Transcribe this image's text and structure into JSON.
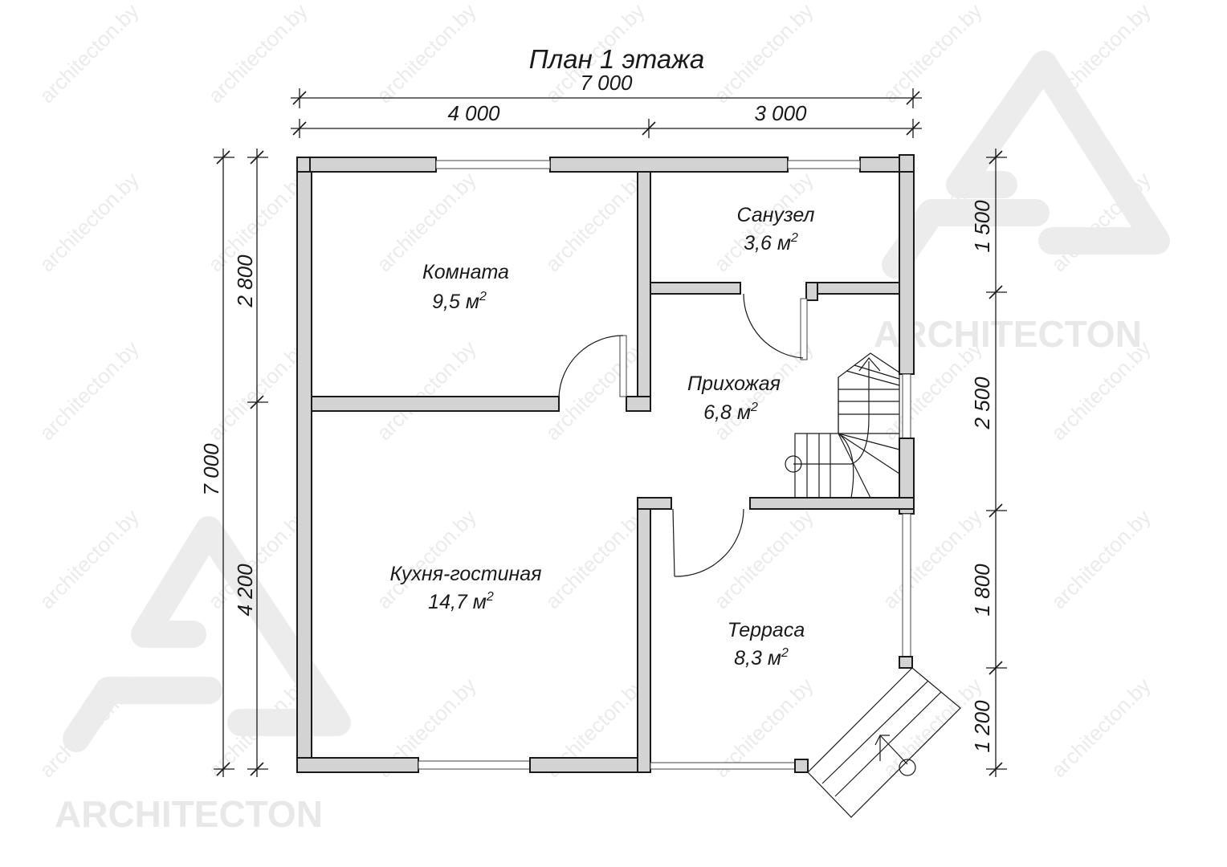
{
  "title": "План 1 этажа",
  "dimensions": {
    "top_total": "7 000",
    "top_left": "4 000",
    "top_right": "3 000",
    "left_total": "7 000",
    "left_upper": "2 800",
    "left_lower": "4 200",
    "right_1": "1 500",
    "right_2": "2 500",
    "right_3": "1 800",
    "right_4": "1 200"
  },
  "rooms": {
    "room": {
      "name": "Комната",
      "area": "9,5 м",
      "sup": "2"
    },
    "bathroom": {
      "name": "Санузел",
      "area": "3,6 м",
      "sup": "2"
    },
    "hallway": {
      "name": "Прихожая",
      "area": "6,8 м",
      "sup": "2"
    },
    "kitchen": {
      "name": "Кухня-гостиная",
      "area": "14,7 м",
      "sup": "2"
    },
    "terrace": {
      "name": "Терраса",
      "area": "8,3 м",
      "sup": "2"
    }
  },
  "watermark": {
    "brand": "ARCHITECTON",
    "site": "architecton.by"
  },
  "colors": {
    "wall_fill": "#d3d3d3",
    "line": "#1a1a1a",
    "watermark": "#e6e6e6"
  }
}
